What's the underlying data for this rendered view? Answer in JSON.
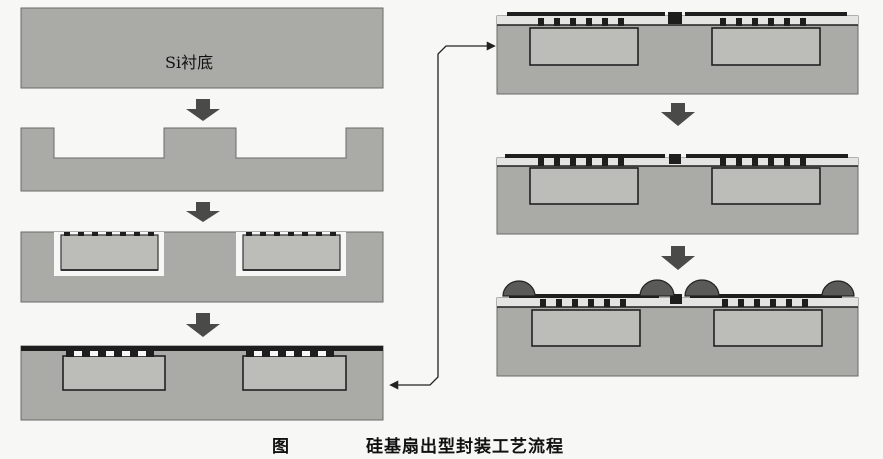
{
  "substrate_label": "Si衬底",
  "caption": {
    "figure_label": "图",
    "title": "硅基扇出型封装工艺流程"
  },
  "colors": {
    "substrate": "#aaaaa6",
    "substrate_edge": "#6a6a66",
    "die": "#bcbcb8",
    "metal": "#1e1e1e",
    "white": "#f7f7f5",
    "arrow": "#4a4a48",
    "bump": "#5a5a58"
  },
  "steps": [
    {
      "step": 1
    },
    {
      "step": 2
    },
    {
      "step": 3
    },
    {
      "step": 4
    },
    {
      "step": 5
    },
    {
      "step": 6
    },
    {
      "step": 7
    }
  ]
}
